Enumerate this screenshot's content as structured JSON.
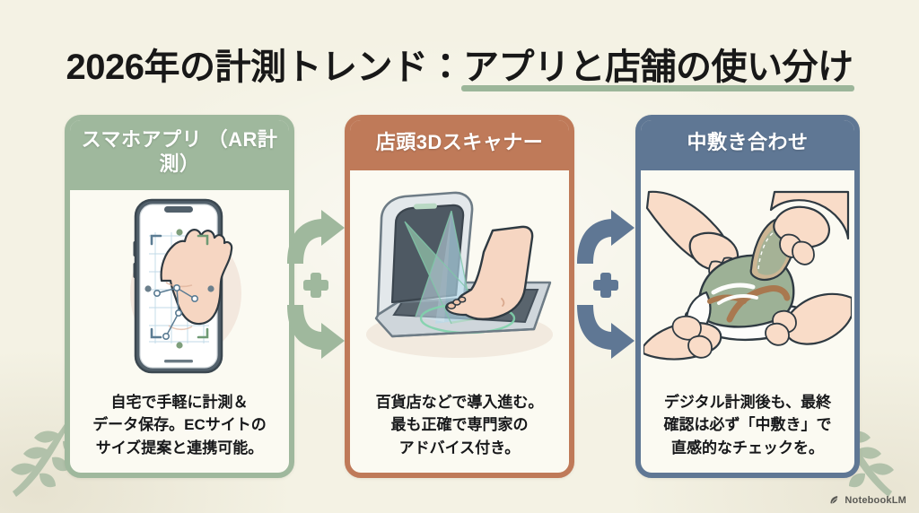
{
  "page": {
    "background_color": "#f4f2e4",
    "title_prefix": "2026年の計測トレンド：",
    "title_highlight": "アプリと店舗の使い分け",
    "title_underline_color": "#9cb69a"
  },
  "panels": [
    {
      "id": "smartphone-app",
      "header": "スマホアプリ\n（AR計測）",
      "caption": "自宅で手軽に計測＆\nデータ保存。ECサイトの\nサイズ提案と連携可能。",
      "accent_color": "#9fb89d",
      "illustration": "smartphone-ar-foot-scan"
    },
    {
      "id": "instore-3d-scanner",
      "header": "店頭3Dスキャナー",
      "caption": "百貨店などで導入進む。\n最も正確で専門家の\nアドバイス付き。",
      "accent_color": "#bf7a59",
      "illustration": "3d-foot-scanner-device"
    },
    {
      "id": "insole-fitting",
      "header": "中敷き合わせ",
      "caption": "デジタル計測後も、最終\n確認は必ず「中敷き」で\n直感的なチェックを。",
      "accent_color": "#5f7794",
      "illustration": "hands-fitting-insole-into-sneaker"
    }
  ],
  "connectors": [
    {
      "id": "connector-app-to-scanner",
      "symbol": "+",
      "icon": "double-curved-arrow-icon",
      "color": "#9fb89d"
    },
    {
      "id": "connector-scanner-to-insole",
      "symbol": "+",
      "icon": "double-curved-arrow-icon",
      "color": "#5f7794"
    }
  ],
  "decorations": {
    "leaf_left": "leaf-branch-icon",
    "leaf_right": "leaf-branch-icon",
    "leaf_color": "#afc0a8"
  },
  "watermark": {
    "label": "NotebookLM",
    "icon": "notebooklm-logo-icon"
  }
}
